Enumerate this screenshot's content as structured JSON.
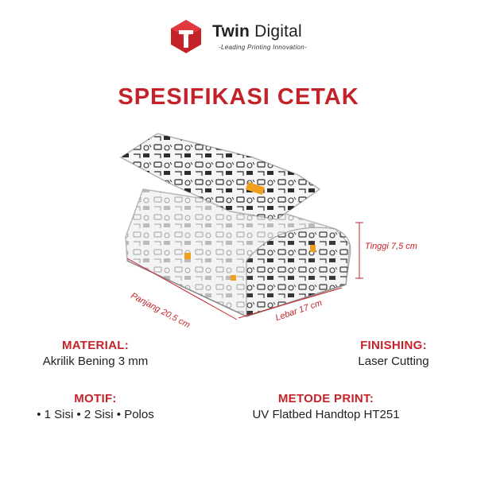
{
  "brand": {
    "name_bold": "Twin",
    "name_light": " Digital",
    "tagline": "-Leading Printing Innovation-",
    "color": "#c42229"
  },
  "title": "SPESIFIKASI CETAK",
  "dimensions": {
    "height": "Tinggi 7,5 cm",
    "length": "Panjang 20,5 cm",
    "width": "Lebar 17 cm"
  },
  "specs": {
    "material": {
      "label": "MATERIAL:",
      "value": "Akrilik Bening 3 mm"
    },
    "finishing": {
      "label": "FINISHING:",
      "value": "Laser Cutting"
    },
    "motif": {
      "label": "MOTIF:",
      "value": "• 1 Sisi • 2 Sisi • Polos"
    },
    "method": {
      "label": "METODE PRINT:",
      "value": "UV Flatbed Handtop HT251"
    }
  }
}
